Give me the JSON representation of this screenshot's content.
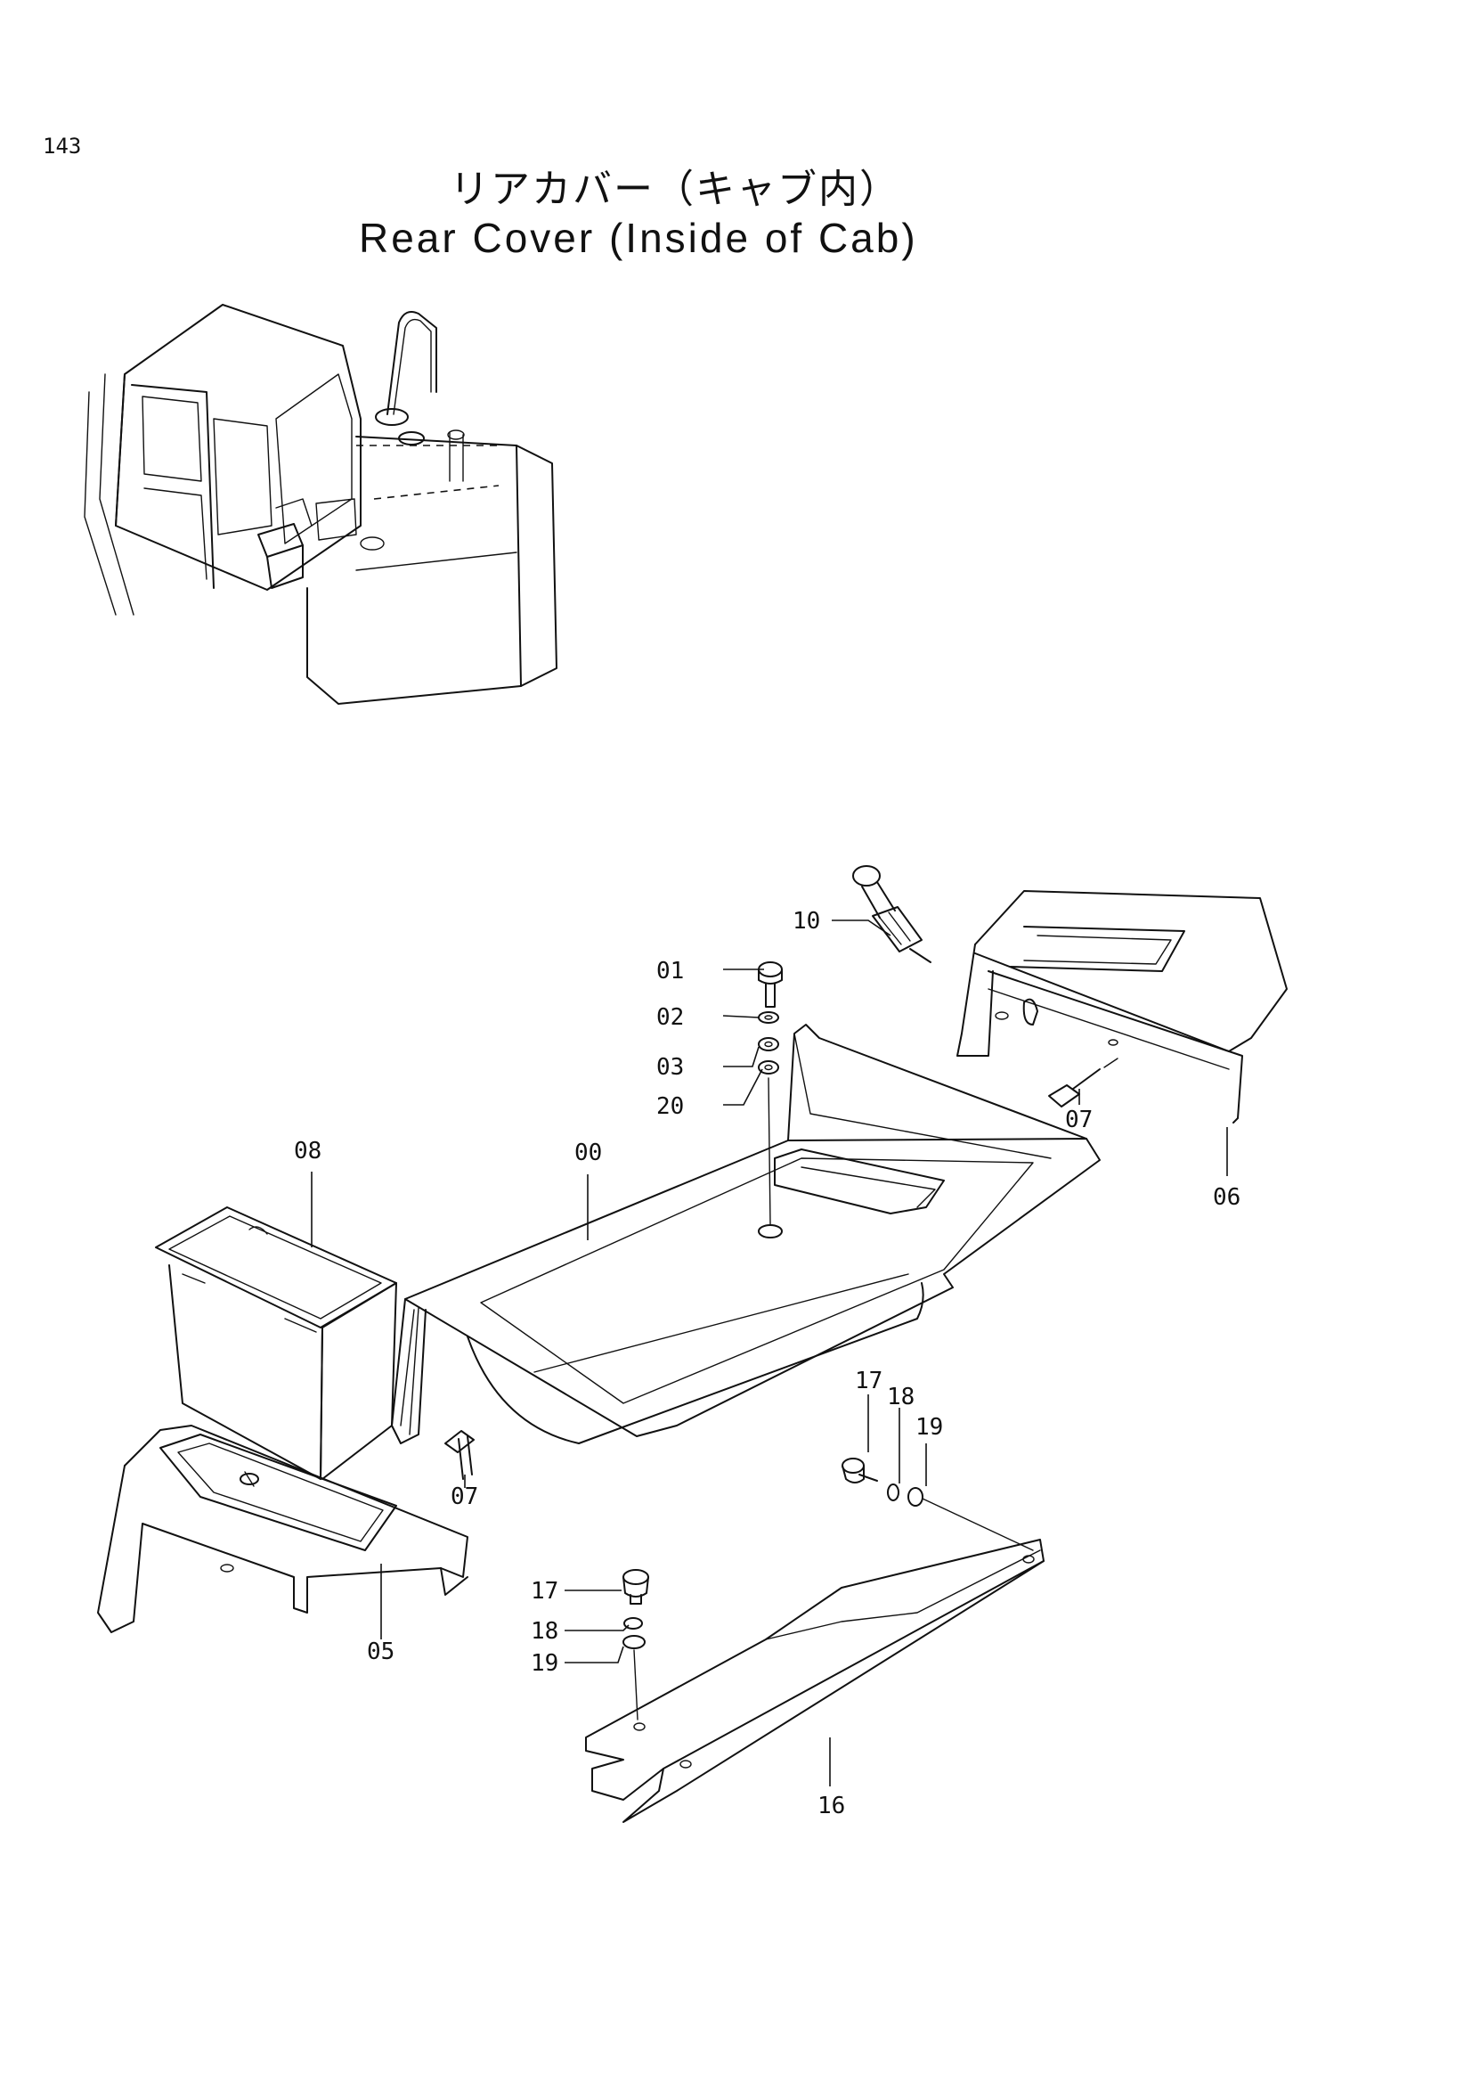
{
  "header": {
    "page_number": "143",
    "title_jp": "リアカバー（キャブ内）",
    "title_en": "Rear Cover (Inside of Cab)"
  },
  "callouts": {
    "c00": "00",
    "c01": "01",
    "c02": "02",
    "c03": "03",
    "c05": "05",
    "c06": "06",
    "c07a": "07",
    "c07b": "07",
    "c08": "08",
    "c10": "10",
    "c16": "16",
    "c17a": "17",
    "c17b": "17",
    "c18a": "18",
    "c18b": "18",
    "c19a": "19",
    "c19b": "19",
    "c20": "20"
  }
}
